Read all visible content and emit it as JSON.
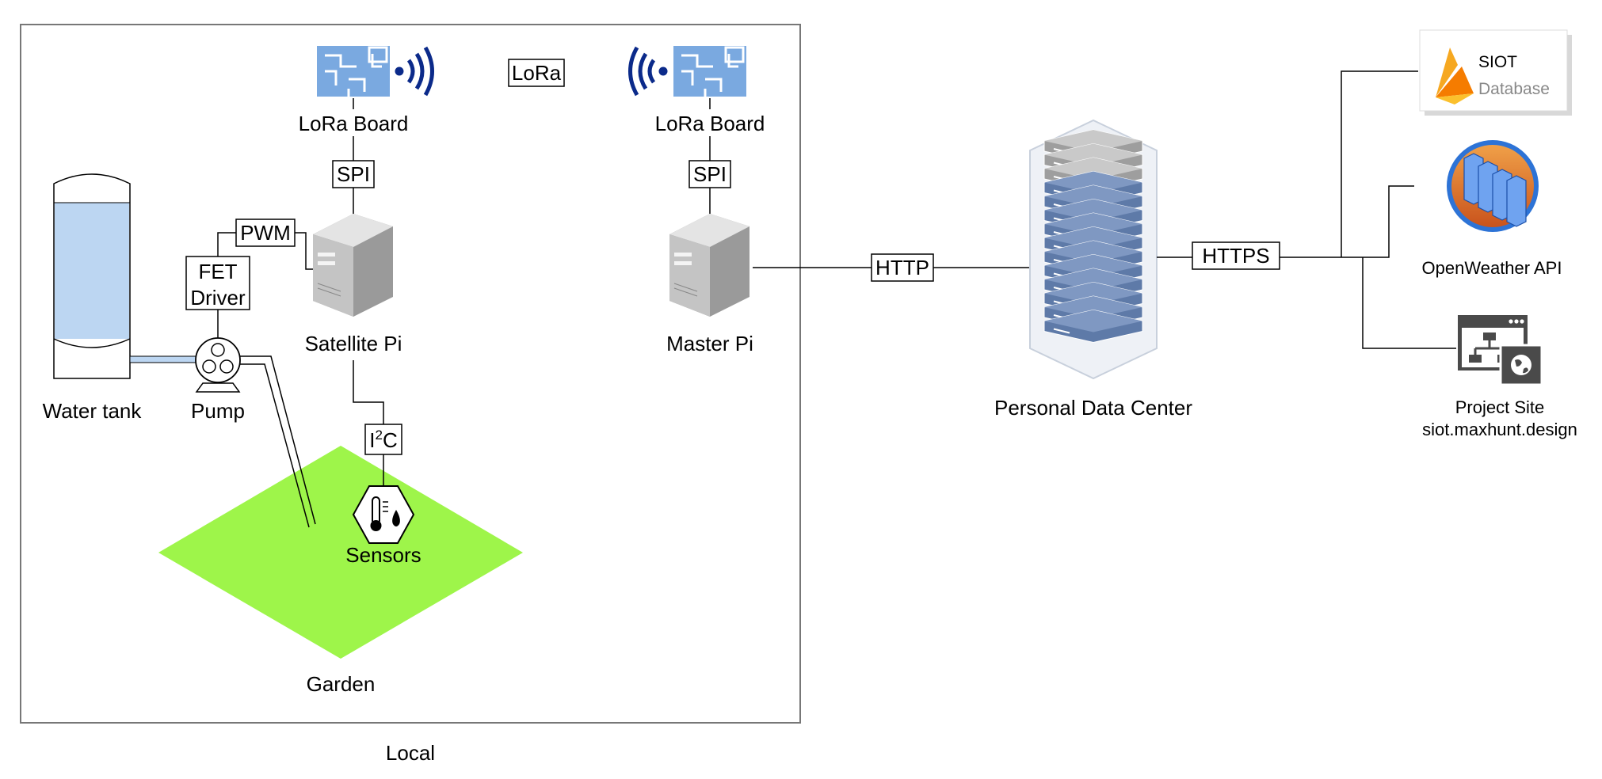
{
  "regions": {
    "local": "Local",
    "garden": "Garden"
  },
  "nodes": {
    "lora_board_left": "LoRa Board",
    "lora_board_right": "LoRa Board",
    "satellite_pi": "Satellite Pi",
    "master_pi": "Master Pi",
    "water_tank": "Water tank",
    "pump": "Pump",
    "fet_driver_line1": "FET",
    "fet_driver_line2": "Driver",
    "sensors": "Sensors",
    "data_center": "Personal Data Center",
    "siot_db_line1": "SIOT",
    "siot_db_line2": "Database",
    "openweather": "OpenWeather API",
    "project_site_line1": "Project Site",
    "project_site_line2": "siot.maxhunt.design"
  },
  "links": {
    "lora": "LoRa",
    "spi_left": "SPI",
    "spi_right": "SPI",
    "pwm": "PWM",
    "i2c_base": "I",
    "i2c_sup": "2",
    "i2c_tail": "C",
    "http": "HTTP",
    "https": "HTTPS"
  },
  "colors": {
    "garden": "#9ef54a",
    "water": "#bcd6f2",
    "lora_icon_bg": "#7aa9e0",
    "wifi_waves": "#0b2a8a",
    "server_blue": "#5e7aa8",
    "firebase": "#f6a821",
    "openweather_orange": "#e5722a",
    "openweather_blue": "#2d73d6"
  }
}
